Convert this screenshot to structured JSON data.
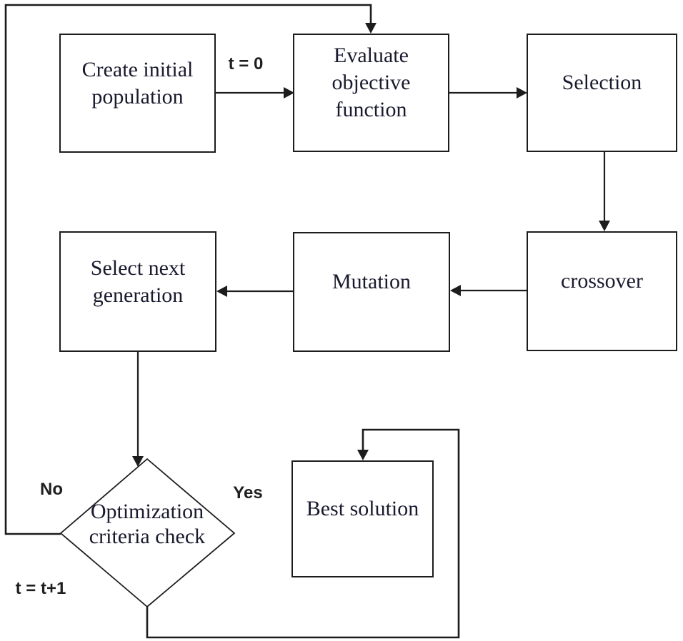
{
  "nodes": {
    "create_initial_population": "Create initial\npopulation",
    "evaluate_objective_function": "Evaluate\nobjective\nfunction",
    "selection": "Selection",
    "crossover": "crossover",
    "mutation": "Mutation",
    "select_next_generation": "Select next\ngeneration",
    "optimization_criteria_check": "Optimization\ncriteria check",
    "best_solution": "Best solution"
  },
  "edge_labels": {
    "t_zero": "t = 0",
    "no": "No",
    "yes": "Yes",
    "t_increment": "t = t+1"
  },
  "colors": {
    "line": "#1c1c1c",
    "text": "#1a1a2e",
    "background": "#ffffff"
  }
}
